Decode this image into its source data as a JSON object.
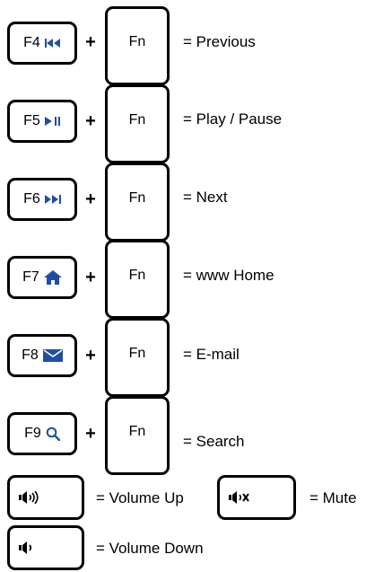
{
  "shortcuts": [
    {
      "key": "F4",
      "icon": "previous-track-icon",
      "modifier": "Fn",
      "plus": "+",
      "action": "= Previous"
    },
    {
      "key": "F5",
      "icon": "play-pause-icon",
      "modifier": "Fn",
      "plus": "+",
      "action": "= Play / Pause"
    },
    {
      "key": "F6",
      "icon": "next-track-icon",
      "modifier": "Fn",
      "plus": "+",
      "action": "= Next"
    },
    {
      "key": "F7",
      "icon": "home-icon",
      "modifier": "Fn",
      "plus": "+",
      "action": "= www Home"
    },
    {
      "key": "F8",
      "icon": "mail-icon",
      "modifier": "Fn",
      "plus": "+",
      "action": "= E-mail"
    },
    {
      "key": "F9",
      "icon": "search-icon",
      "modifier": "Fn",
      "plus": "+",
      "action": "= Search"
    }
  ],
  "volume": {
    "up": {
      "icon": "volume-up-icon",
      "action": "= Volume Up"
    },
    "mute": {
      "icon": "mute-icon",
      "action": "= Mute"
    },
    "down": {
      "icon": "volume-down-icon",
      "action": "= Volume Down"
    }
  },
  "colors": {
    "icon_blue": "#1f4fa3",
    "outline": "#000000"
  }
}
